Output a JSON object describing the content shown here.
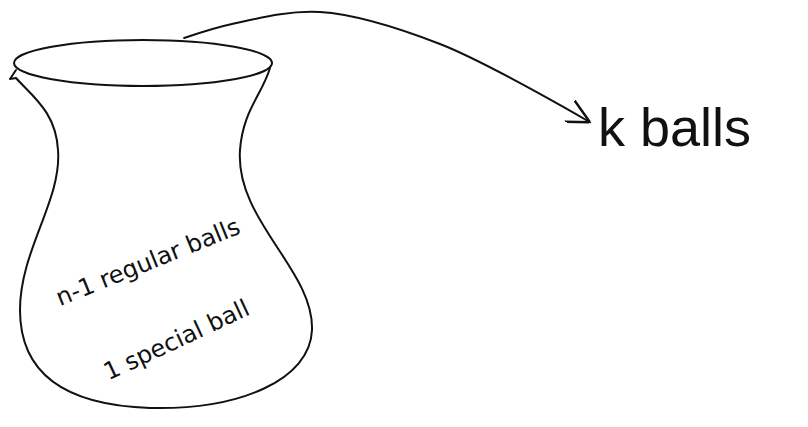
{
  "diagram": {
    "nodes": [
      {
        "text": [
          "n-1 regular balls",
          "1 special ball"
        ]
      },
      {
        "text": [
          "k balls"
        ]
      }
    ],
    "edges": [
      {
        "from": 0,
        "to": 1,
        "arrow": "to"
      }
    ]
  }
}
